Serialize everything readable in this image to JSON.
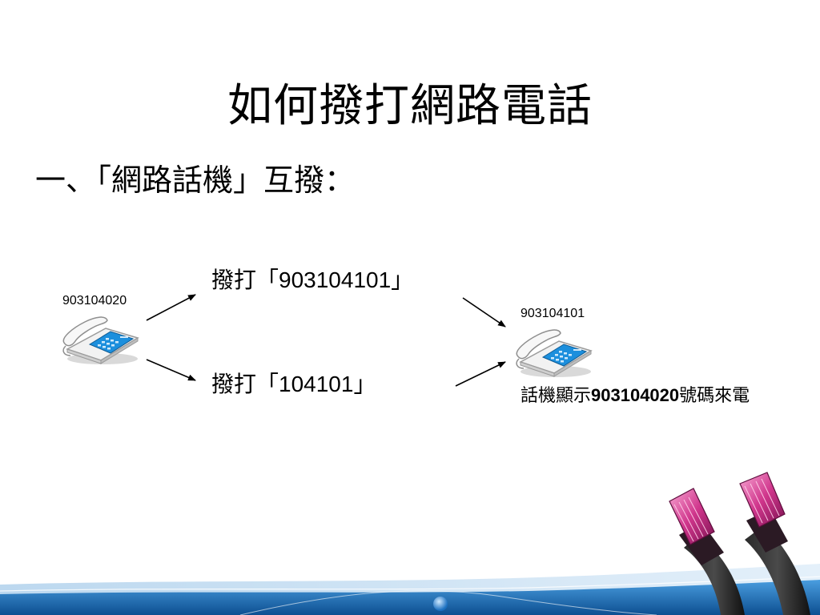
{
  "slide": {
    "title": "如何撥打網路電話",
    "subtitle": "一、「網路話機」互撥："
  },
  "caller": {
    "number": "903104020",
    "icon": "telephone-icon"
  },
  "callee": {
    "number": "903104101",
    "icon": "telephone-icon"
  },
  "dial_options": [
    {
      "prefix": "撥打「",
      "number": "903104101",
      "suffix": "」"
    },
    {
      "prefix": "撥打「",
      "number": "104101",
      "suffix": "」"
    }
  ],
  "display_note": {
    "before": "話機顯示",
    "number": "903104020",
    "after": "號碼來電"
  },
  "decor": {
    "connector_icon": "ethernet-cable-icon",
    "accent_blue": "#1f6fb8",
    "connector_magenta": "#d0368c"
  }
}
